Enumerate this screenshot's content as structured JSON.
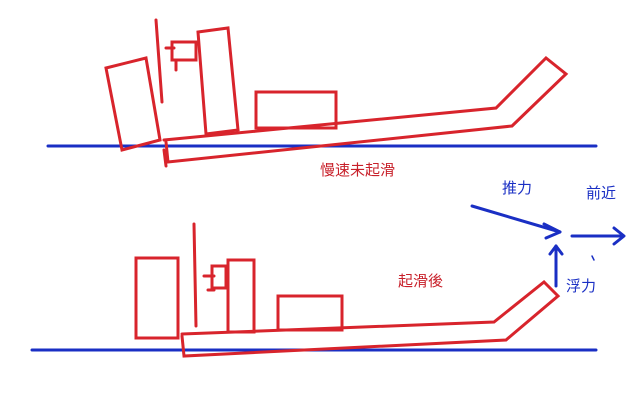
{
  "labels": {
    "before_planing": "慢速未起滑",
    "after_planing": "起滑後",
    "thrust": "推力",
    "forward": "前近",
    "lift": "浮力"
  },
  "colors": {
    "hull": "#d8242c",
    "water_and_forces": "#1a2fc4"
  }
}
